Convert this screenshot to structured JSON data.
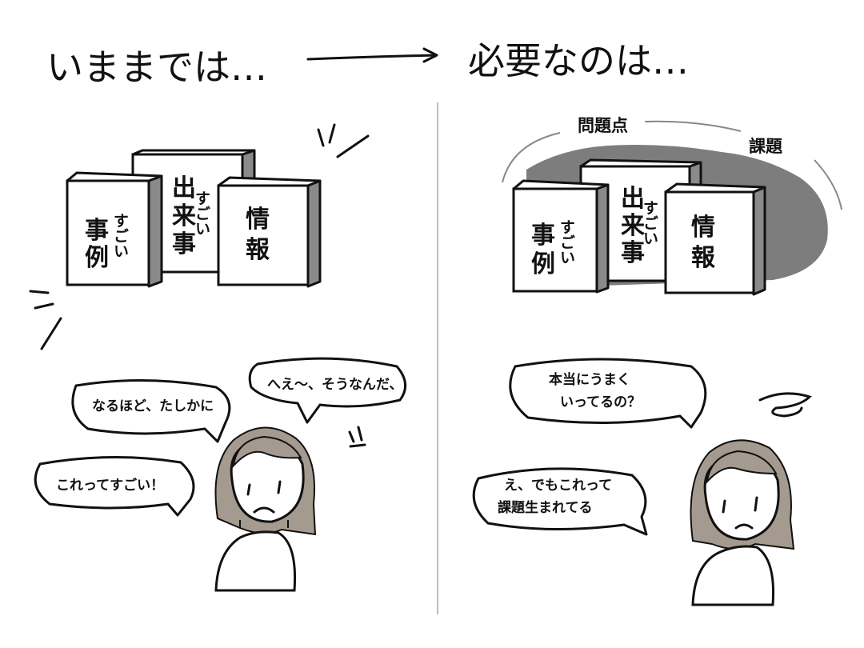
{
  "header": {
    "left_title": "いままでは…",
    "right_title": "必要なのは…"
  },
  "boxes": {
    "case_line1": "すごい",
    "case_line2": "事",
    "case_line3": "例",
    "event_line1": "すごい",
    "event_line2": "出",
    "event_line3": "来",
    "event_line4": "事",
    "info_line1": "情",
    "info_line2": "報"
  },
  "right_labels": {
    "problem": "問題点",
    "issue": "課題"
  },
  "left_bubbles": {
    "naruhodo": "なるほど、たしかに",
    "hee": "へえ〜、そうなんだ、",
    "sugoi": "これってすごい！"
  },
  "right_bubbles": {
    "hontou_line1": "本当にうまく",
    "hontou_line2": "いってるの？",
    "demo_line1": "え、でもこれって",
    "demo_line2": "課題生まれてる"
  },
  "colors": {
    "ink": "#111111",
    "hair": "#a59a8f",
    "box_side": "#8a8a8a",
    "shadow": "#7d7d7d",
    "divider": "#bdbdbd"
  }
}
